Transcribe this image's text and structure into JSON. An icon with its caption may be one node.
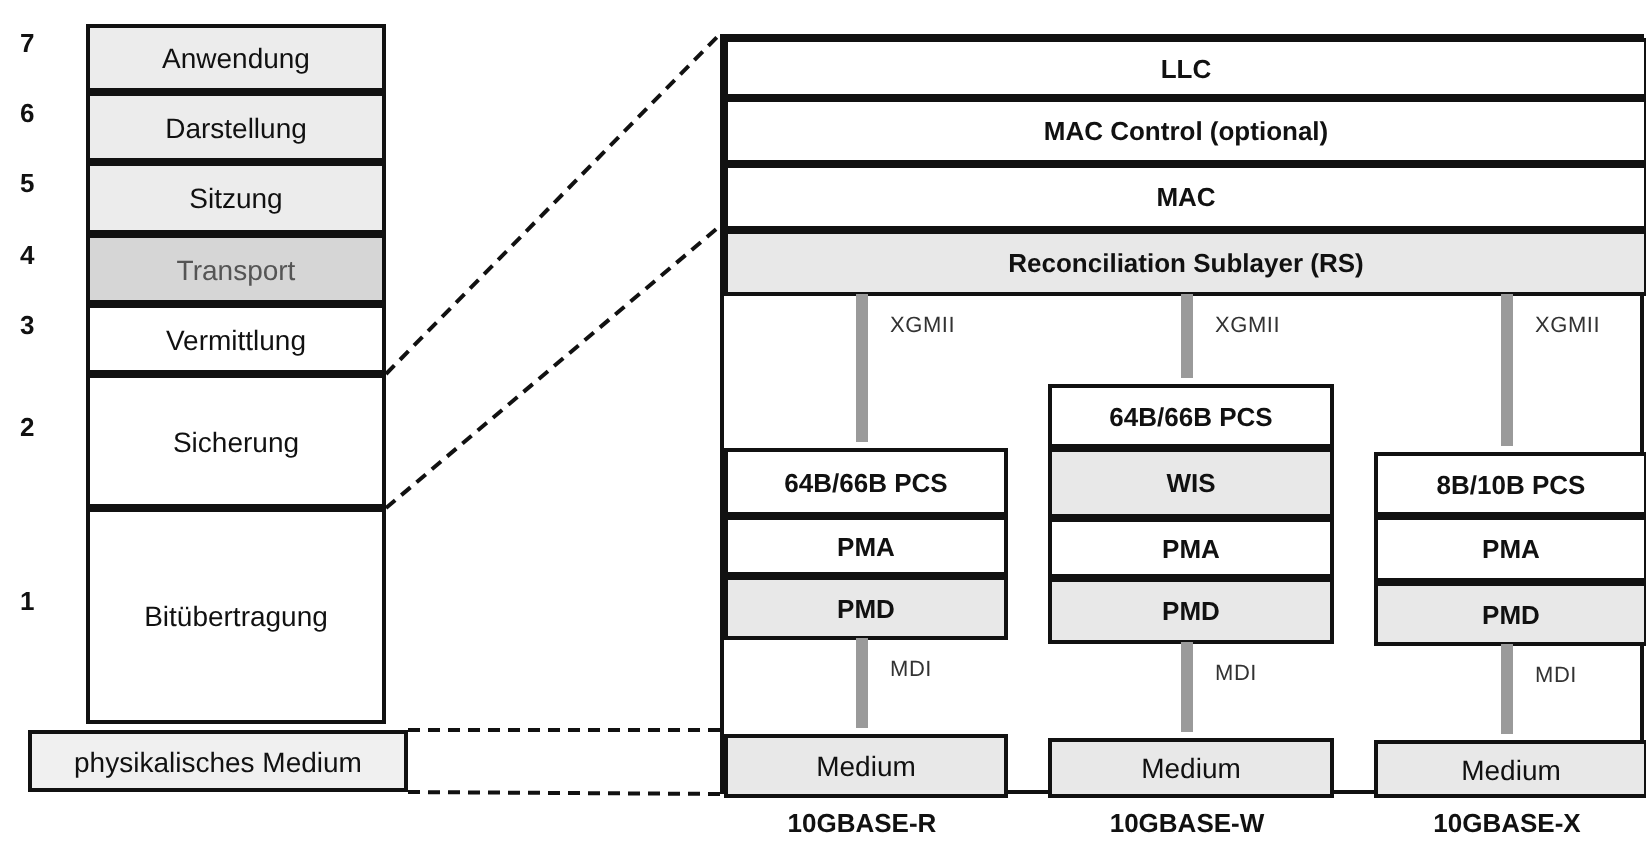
{
  "diagram": {
    "nodes": [
      {
        "text": [
          "Anwendung"
        ],
        "beside": [
          "7"
        ]
      },
      {
        "text": [
          "Darstellung"
        ],
        "beside": [
          "6"
        ]
      },
      {
        "text": [
          "Sitzung"
        ],
        "beside": [
          "5"
        ]
      },
      {
        "text": [
          "Transport"
        ],
        "beside": [
          "4"
        ]
      },
      {
        "text": [
          "Vermittlung"
        ],
        "beside": [
          "3"
        ]
      },
      {
        "text": [
          "Sicherung"
        ],
        "beside": [
          "2"
        ]
      },
      {
        "text": [
          "Bitübertragung"
        ],
        "beside": [
          "1"
        ]
      },
      {
        "text": [
          "physikalisches Medium"
        ]
      },
      {
        "text": [],
        "shape": "box"
      },
      {
        "text": [
          "LLC"
        ],
        "in": 8
      },
      {
        "text": [
          "MAC Control (optional)"
        ],
        "in": 8
      },
      {
        "text": [
          "MAC"
        ],
        "in": 8
      },
      {
        "text": [
          "Reconciliation Sublayer (RS)"
        ],
        "in": 8
      },
      {
        "text": [
          "64B/66B PCS"
        ],
        "in": 8
      },
      {
        "text": [
          "PMA"
        ],
        "in": 8
      },
      {
        "text": [
          "PMD"
        ],
        "in": 8
      },
      {
        "text": [
          "Medium"
        ],
        "in": 8,
        "beside": [
          "10GBASE-R"
        ]
      },
      {
        "text": [
          "64B/66B PCS"
        ],
        "in": 8
      },
      {
        "text": [
          "WIS"
        ],
        "in": 8
      },
      {
        "text": [
          "PMA"
        ],
        "in": 8
      },
      {
        "text": [
          "PMD"
        ],
        "in": 8
      },
      {
        "text": [
          "Medium"
        ],
        "in": 8,
        "beside": [
          "10GBASE-W"
        ]
      },
      {
        "text": [
          "8B/10B PCS"
        ],
        "in": 8
      },
      {
        "text": [
          "PMA"
        ],
        "in": 8
      },
      {
        "text": [
          "PMD"
        ],
        "in": 8
      },
      {
        "text": [
          "Medium"
        ],
        "in": 8,
        "beside": [
          "10GBASE-X"
        ]
      }
    ],
    "edges": [
      {
        "from": 12,
        "to": 13,
        "arrow": "none",
        "label": "XGMII"
      },
      {
        "from": 12,
        "to": 17,
        "arrow": "none",
        "label": "XGMII"
      },
      {
        "from": 12,
        "to": 22,
        "arrow": "none",
        "label": "XGMII"
      },
      {
        "from": 15,
        "to": 16,
        "arrow": "none",
        "label": "MDI"
      },
      {
        "from": 20,
        "to": 21,
        "arrow": "none",
        "label": "MDI"
      },
      {
        "from": 24,
        "to": 25,
        "arrow": "none",
        "label": "MDI"
      },
      {
        "from": 5,
        "to": 9,
        "arrow": "none",
        "style": "dashed",
        "color": "#111111"
      },
      {
        "from": 5,
        "to": 11,
        "arrow": "none",
        "style": "dashed",
        "color": "#111111"
      },
      {
        "from": 7,
        "to": 16,
        "arrow": "none",
        "style": "dashed",
        "color": "#111111"
      },
      {
        "from": 7,
        "to": 16,
        "arrow": "none",
        "style": "dashed",
        "color": "#111111"
      }
    ]
  }
}
